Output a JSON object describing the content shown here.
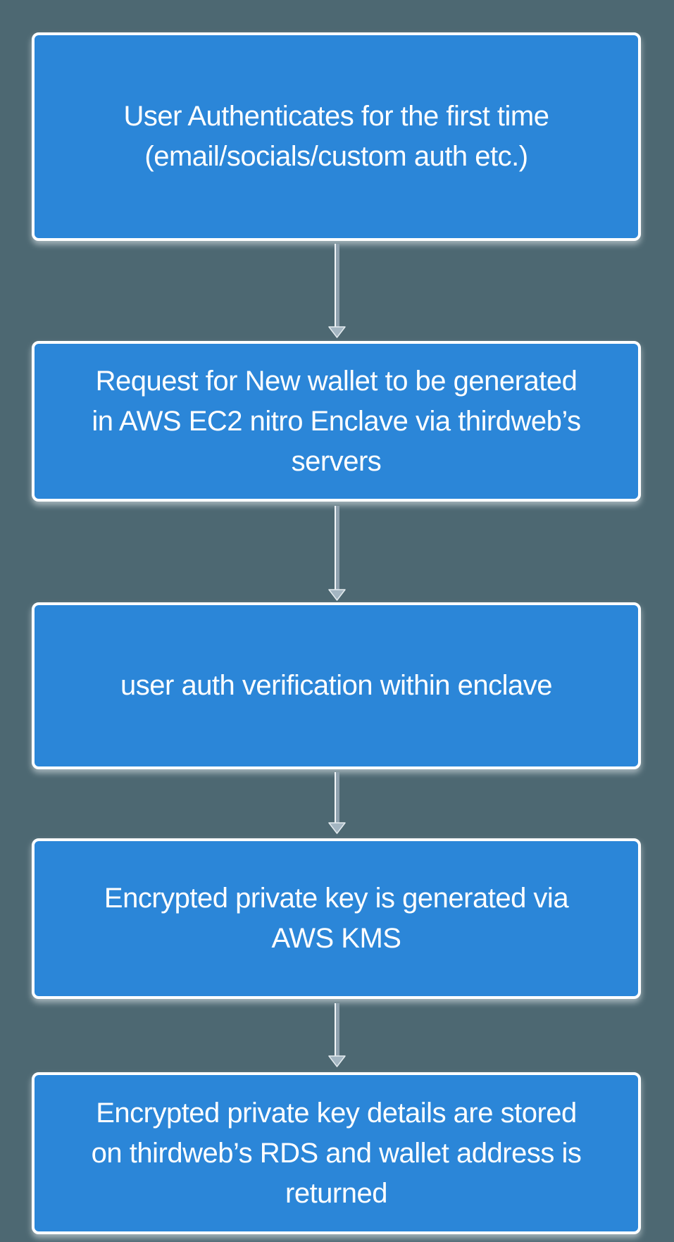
{
  "colors": {
    "page_bg": "#4d6872",
    "node_fill": "#2b86d8",
    "node_border": "#ffffff",
    "node_text": "#ffffff",
    "arrow_shaft": "#8fa1ae",
    "arrow_shaft_highlight": "#f2f6f8",
    "arrow_head_fill": "#a4b6c2",
    "arrow_head_outline": "#e3ebef"
  },
  "flow": {
    "nodes": [
      {
        "text": "User Authenticates for the first time\n(email/socials/custom auth etc.)"
      },
      {
        "text": "Request for New wallet to be generated\nin AWS EC2 nitro Enclave via thirdweb’s\nservers"
      },
      {
        "text": "user auth verification within enclave"
      },
      {
        "text": "Encrypted private key is generated via\nAWS KMS"
      },
      {
        "text": "Encrypted private key details are stored\non thirdweb’s RDS and wallet address is\nreturned"
      }
    ]
  }
}
